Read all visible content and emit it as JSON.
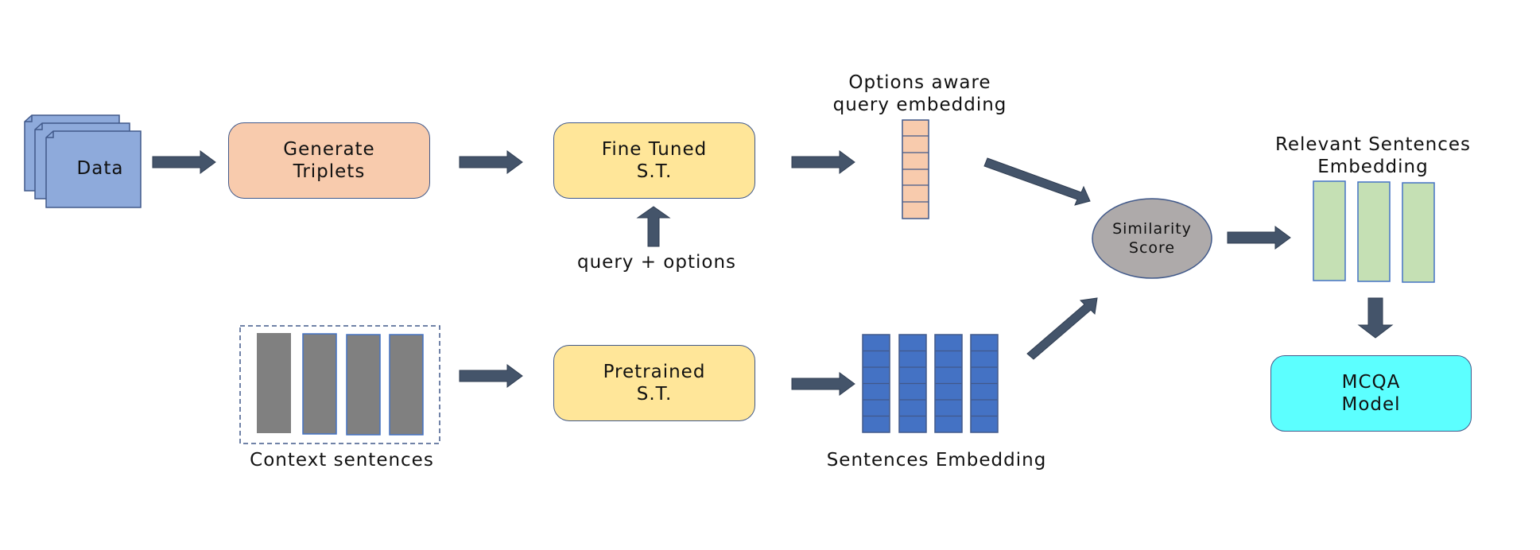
{
  "nodes": {
    "data": {
      "label": "Data"
    },
    "generate_triplets": {
      "line1": "Generate",
      "line2": "Triplets"
    },
    "fine_tuned": {
      "line1": "Fine Tuned",
      "line2": "S.T."
    },
    "pretrained": {
      "line1": "Pretrained",
      "line2": "S.T."
    },
    "similarity": {
      "line1": "Similarity",
      "line2": "Score"
    },
    "mcqa": {
      "line1": "MCQA",
      "line2": "Model"
    }
  },
  "labels": {
    "query_options": "query + options",
    "options_aware_1": "Options aware",
    "options_aware_2": "query embedding",
    "relevant_1": "Relevant Sentences",
    "relevant_2": "Embedding",
    "context_sentences": "Context sentences",
    "sentences_embedding": "Sentences Embedding"
  },
  "colors": {
    "data_blue": "#8eaadb",
    "triplets_peach": "#f8cbad",
    "st_yellow": "#ffe699",
    "embed_peach": "#f8cbad",
    "embed_blue": "#4472c4",
    "context_gray": "#808080",
    "similarity_gray": "#aeaaaa",
    "relevant_green": "#c5e0b4",
    "mcqa_cyan": "#5cffff",
    "arrow": "#44546a",
    "border": "#41598a"
  }
}
